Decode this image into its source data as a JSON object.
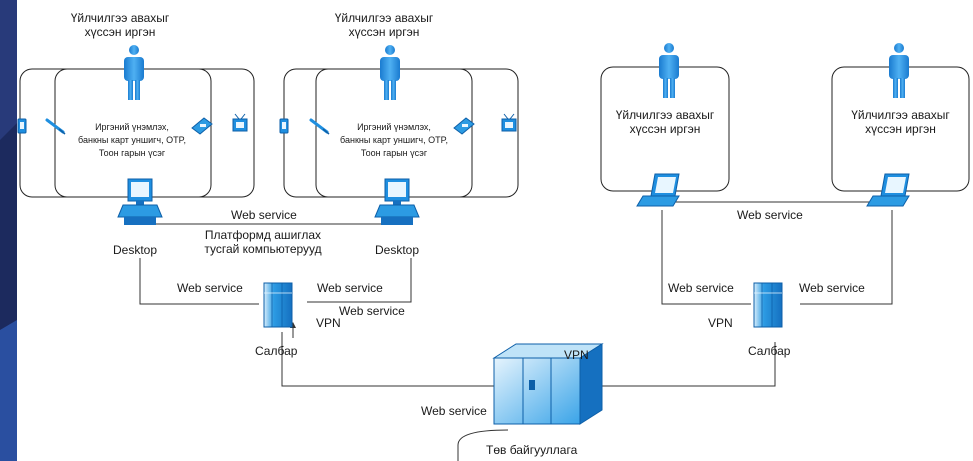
{
  "labels": {
    "user_line1": "Үйлчилгээ авахыг",
    "user_line2": "хүссэн иргэн",
    "device_line1": "Иргэний үнэмлэх,",
    "device_line2": "банкны карт уншигч, OTP,",
    "device_line3": "Тоон гарын үсэг",
    "web_service": "Web service",
    "desktop": "Desktop",
    "platform_line1": "Платформд ашиглах",
    "platform_line2": "тусгай компьютерууд",
    "vpn": "VPN",
    "branch": "Салбар",
    "hq": "Төв байгууллага"
  },
  "colors": {
    "background": "#1c2a5e",
    "canvas": "#ffffff",
    "server_blue": "#2c9be3",
    "device_blue": "#1f8fe0"
  }
}
